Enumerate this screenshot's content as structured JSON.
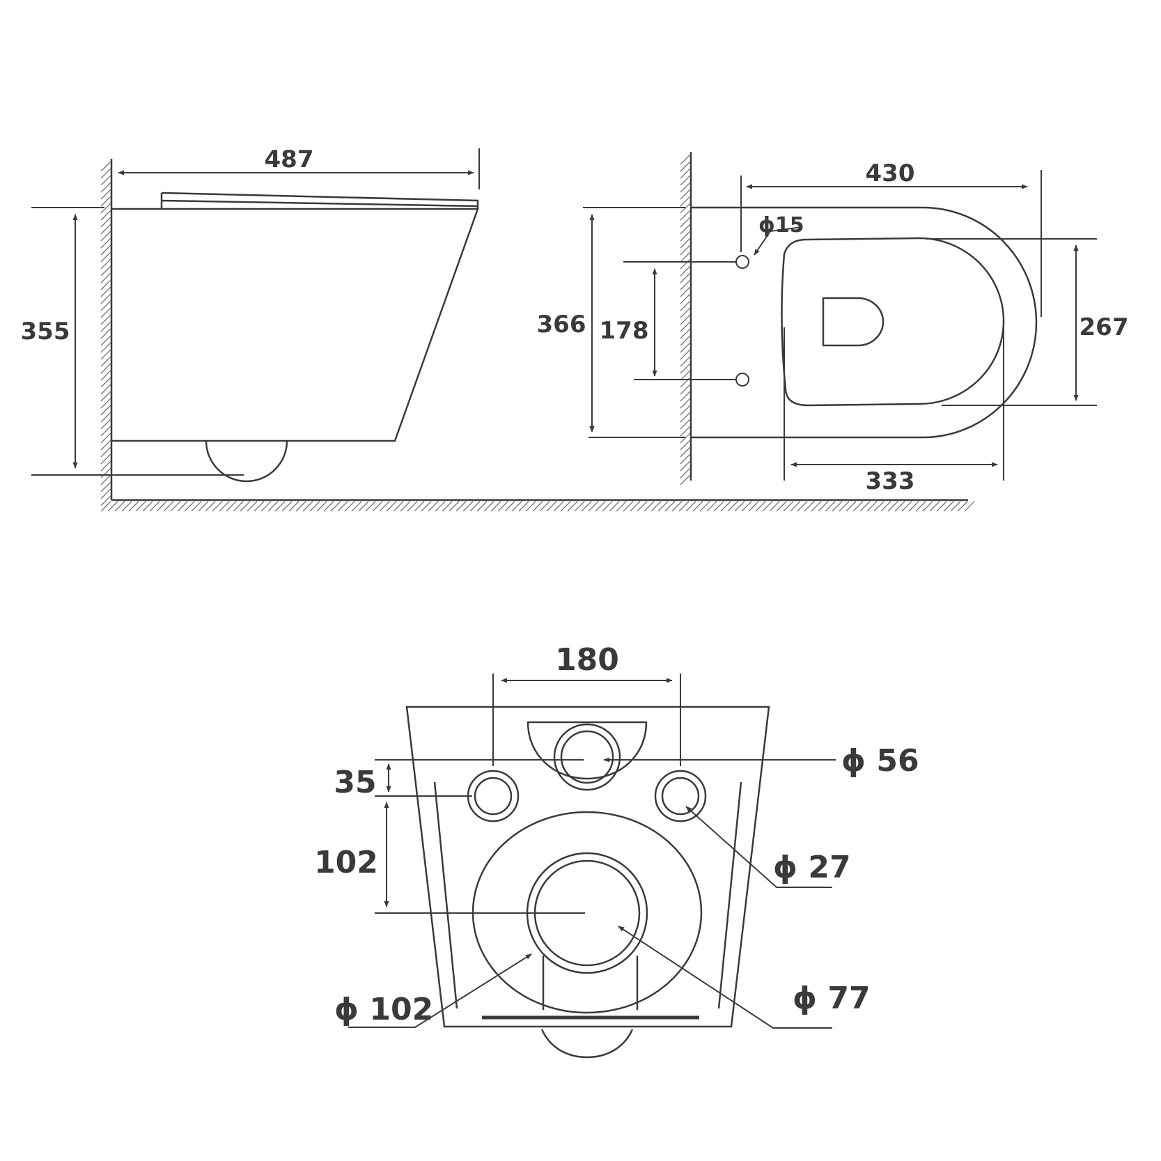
{
  "side_view": {
    "length": "487",
    "height": "355"
  },
  "top_view": {
    "length": "430",
    "bolt_hole_diameter": "ϕ15",
    "total_height": "366",
    "bolt_spacing": "178",
    "seat_width": "267",
    "bowl_length": "333"
  },
  "rear_view": {
    "bolt_spacing": "180",
    "bolt_offset": "35",
    "outlet_offset": "102",
    "inlet_diameter": "ϕ 56",
    "bolt_hole_diameter": "ϕ 27",
    "outlet_outer_diameter": "ϕ 102",
    "outlet_inner_diameter": "ϕ 77"
  }
}
